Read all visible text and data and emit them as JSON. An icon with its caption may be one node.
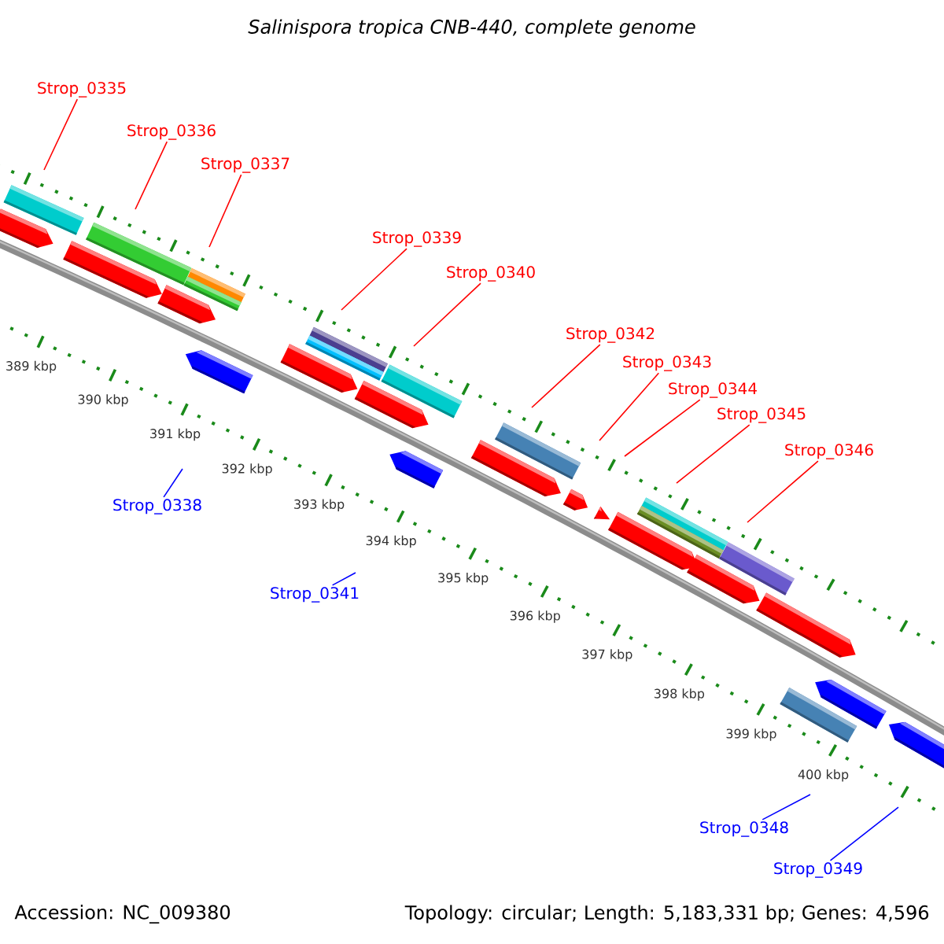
{
  "diagram": {
    "title": "Salinispora tropica CNB-440, complete genome",
    "nodes": [
      {
        "text": [
          "Strop_0335"
        ]
      },
      {
        "text": [
          "Strop_0336"
        ]
      },
      {
        "text": [
          "Strop_0337"
        ]
      },
      {
        "text": [
          "Strop_0339"
        ]
      },
      {
        "text": [
          "Strop_0340"
        ]
      },
      {
        "text": [
          "Strop_0342"
        ]
      },
      {
        "text": [
          "Strop_0343"
        ]
      },
      {
        "text": [
          "Strop_0344"
        ]
      },
      {
        "text": [
          "Strop_0345"
        ]
      },
      {
        "text": [
          "Strop_0346"
        ]
      },
      {
        "text": [
          "Strop_0338"
        ]
      },
      {
        "text": [
          "Strop_0341"
        ]
      },
      {
        "text": [
          "Strop_0348"
        ]
      },
      {
        "text": [
          "Strop_0349"
        ]
      }
    ],
    "edges": [
      {
        "from": 0,
        "to": null,
        "arrow": "none"
      },
      {
        "from": 1,
        "to": null,
        "arrow": "none"
      },
      {
        "from": 2,
        "to": null,
        "arrow": "none"
      },
      {
        "from": 3,
        "to": null,
        "arrow": "none"
      },
      {
        "from": 4,
        "to": null,
        "arrow": "none"
      },
      {
        "from": 5,
        "to": null,
        "arrow": "none"
      },
      {
        "from": 6,
        "to": null,
        "arrow": "none"
      },
      {
        "from": 7,
        "to": null,
        "arrow": "none"
      },
      {
        "from": 8,
        "to": null,
        "arrow": "none"
      },
      {
        "from": 9,
        "to": null,
        "arrow": "none"
      },
      {
        "from": 10,
        "to": null,
        "arrow": "none",
        "color": "#0000ff"
      },
      {
        "from": 11,
        "to": null,
        "arrow": "none",
        "color": "#0000ff"
      },
      {
        "from": 12,
        "to": null,
        "arrow": "none",
        "color": "#0000ff"
      },
      {
        "from": 13,
        "to": null,
        "arrow": "none",
        "color": "#0000ff"
      }
    ],
    "labels": [
      "389 kbp",
      "390 kbp",
      "391 kbp",
      "392 kbp",
      "393 kbp",
      "394 kbp",
      "395 kbp",
      "396 kbp",
      "397 kbp",
      "398 kbp",
      "399 kbp",
      "400 kbp",
      "Accession: NC_009380",
      "Topology: circular; Length: 5,183,331 bp; Genes: 4,596"
    ]
  }
}
